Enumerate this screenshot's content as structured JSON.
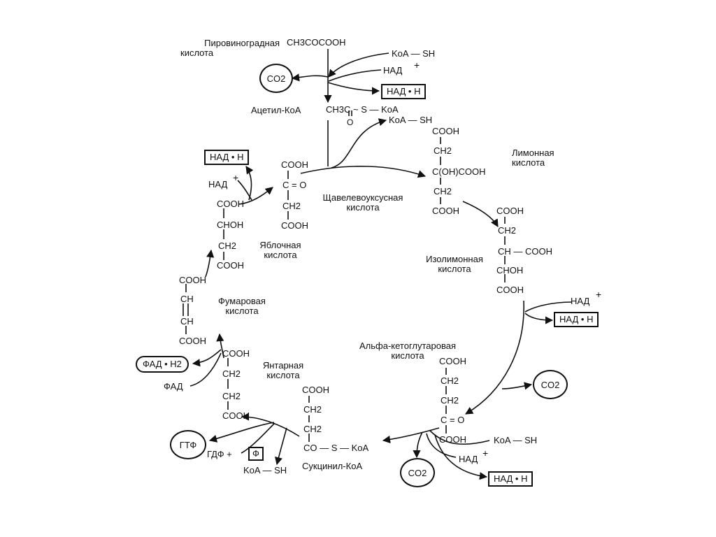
{
  "pyruvate": {
    "name_line1": "Пировиноградная",
    "name_line2": "кислота",
    "formula": "CH3COCOOH"
  },
  "step_pyruvate": {
    "koa_sh": "KoA — SH",
    "nad": "НАД",
    "co2": "CO2",
    "nadh": "НАД • H"
  },
  "acetyl_coa": {
    "name": "Ацетил-КоА",
    "formula": "CH3C ~ S — KoA",
    "o": "O",
    "koa_sh": "KoA — SH"
  },
  "citrate": {
    "name_line1": "Лимонная",
    "name_line2": "кислота",
    "lines": [
      "COOH",
      "CH2",
      "C(OH)COOH",
      "CH2",
      "COOH"
    ]
  },
  "isocitrate": {
    "name_line1": "Изолимонная",
    "name_line2": "кислота",
    "lines": [
      "COOH",
      "CH2",
      "CH — COOH",
      "CHOH",
      "COOH"
    ]
  },
  "step_isocitrate": {
    "nad": "НАД",
    "nadh": "НАД • H",
    "co2": "CO2"
  },
  "akg": {
    "name_line1": "Альфа-кетоглутаровая",
    "name_line2": "кислота",
    "lines": [
      "COOH",
      "CH2",
      "CH2",
      "C = O",
      "COOH"
    ]
  },
  "step_akg": {
    "koa_sh": "KoA — SH",
    "nad": "НАД",
    "nadh": "НАД • H",
    "co2": "CO2"
  },
  "succinyl_coa": {
    "name": "Сукцинил-КоА",
    "lines": [
      "COOH",
      "CH2",
      "CH2",
      "CO — S — KoA"
    ]
  },
  "step_succinyl": {
    "gtf": "ГТФ",
    "gdf": "ГДФ +",
    "f": "Ф",
    "koa_sh": "KoA — SH"
  },
  "succinate": {
    "name_line1": "Янтарная",
    "name_line2": "кислота",
    "lines": [
      "COOH",
      "CH2",
      "CH2",
      "COOH"
    ]
  },
  "step_succinate": {
    "fadh2": "ФАД • H2",
    "fad": "ФАД"
  },
  "fumarate": {
    "name_line1": "Фумаровая",
    "name_line2": "кислота",
    "lines": [
      "COOH",
      "CH",
      "CH",
      "COOH"
    ]
  },
  "malate": {
    "name_line1": "Яблочная",
    "name_line2": "кислота",
    "lines": [
      "COOH",
      "CHOH",
      "CH2",
      "COOH"
    ]
  },
  "step_malate": {
    "nadh": "НАД • H",
    "nad": "НАД"
  },
  "oxaloacetate": {
    "name_line1": "Щавелевоуксусная",
    "name_line2": "кислота",
    "lines": [
      "COOH",
      "C = O",
      "CH2",
      "COOH"
    ]
  },
  "plus": "+"
}
